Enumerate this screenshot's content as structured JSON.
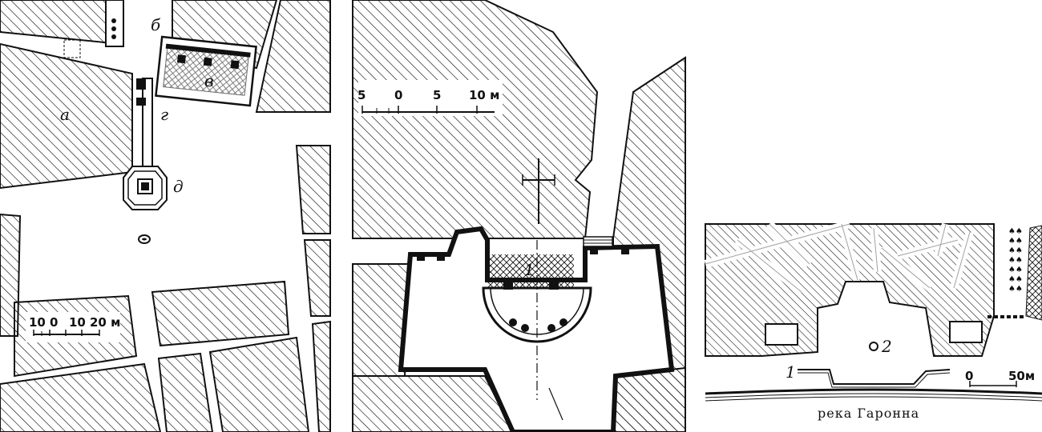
{
  "plan_left": {
    "labels": {
      "a": "а",
      "b": "б",
      "v": "в",
      "g": "г",
      "d": "д"
    },
    "scale": [
      "10",
      "0",
      "10",
      "20 м"
    ]
  },
  "plan_middle": {
    "label": "1",
    "scale": [
      "5",
      "0",
      "5",
      "10 м"
    ]
  },
  "plan_right": {
    "labels": {
      "one": "1",
      "two": "2"
    },
    "scale": [
      "0",
      "50м"
    ],
    "river": "река Гаронна"
  },
  "colors": {
    "ink": "#111111",
    "paper": "#ffffff"
  }
}
